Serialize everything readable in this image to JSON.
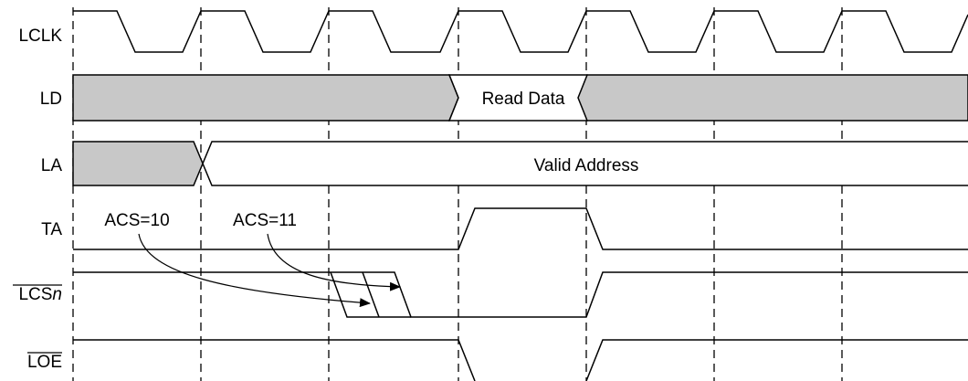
{
  "signals": {
    "lclk": "LCLK",
    "ld": "LD",
    "la": "LA",
    "ta": "TA",
    "lcs_base": "LCS",
    "lcs_italic": "n",
    "loe": "LOE"
  },
  "bus_labels": {
    "read_data": "Read Data",
    "valid_address": "Valid Address"
  },
  "annotations": {
    "acs10": "ACS=10",
    "acs11": "ACS=11"
  },
  "colors": {
    "undefined_bus_fill": "#c8c8c8",
    "line": "#000000"
  }
}
